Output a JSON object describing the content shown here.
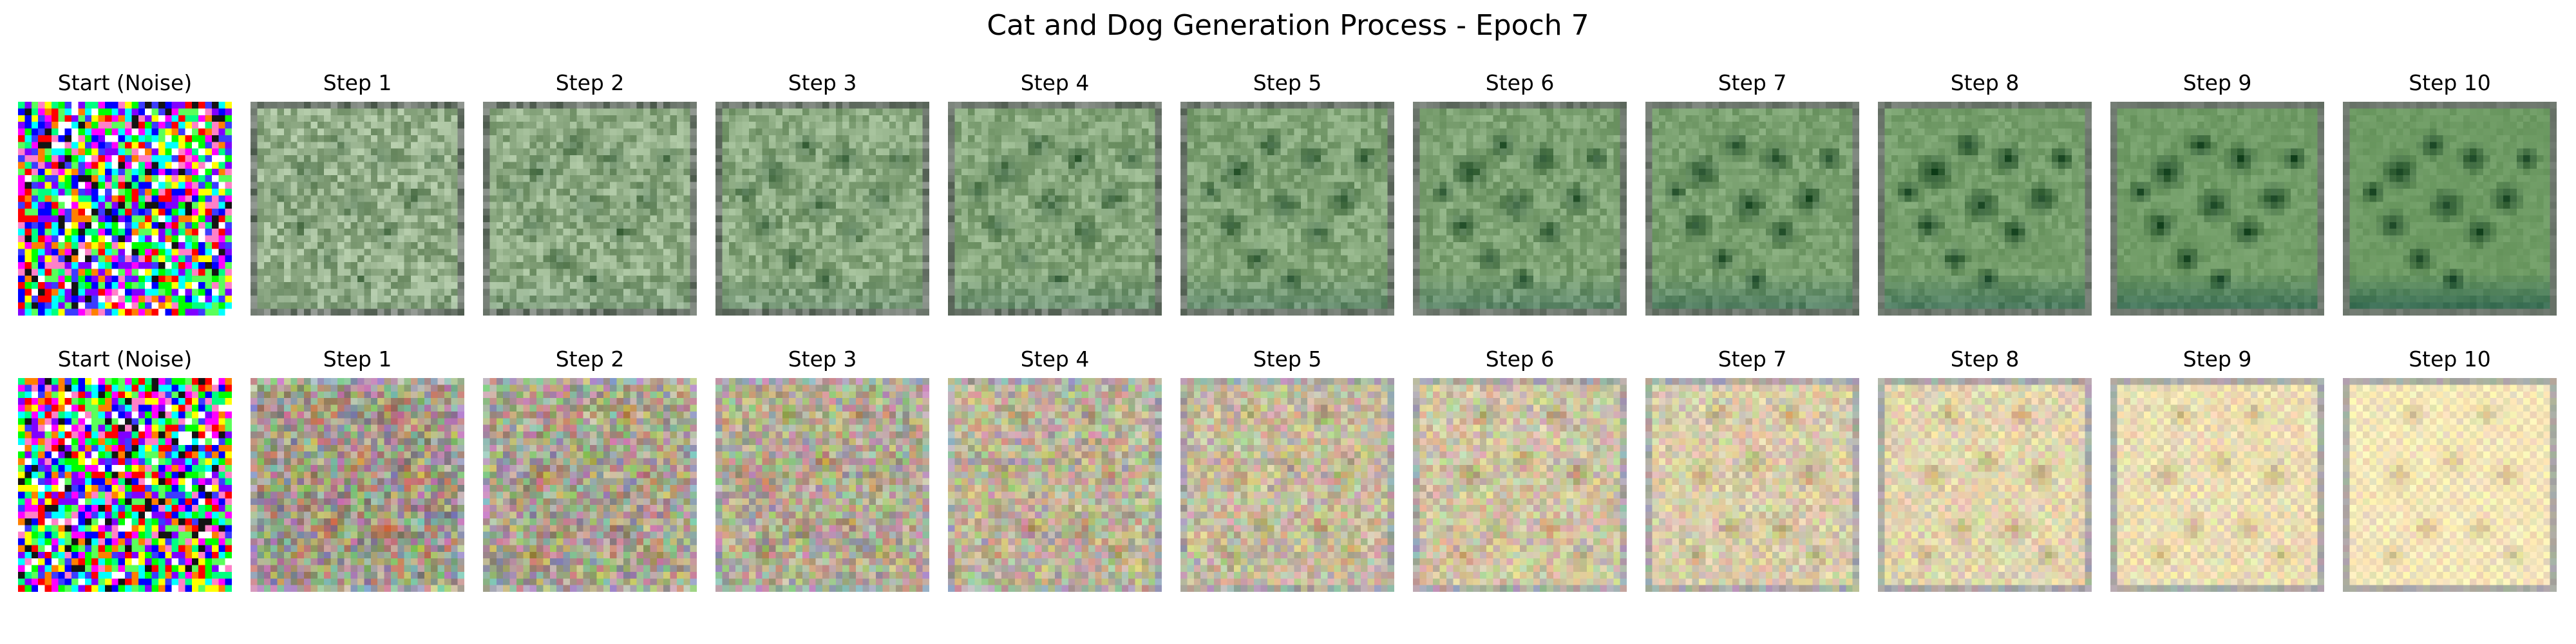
{
  "title": "Cat and Dog Generation Process - Epoch 7",
  "rows": [
    {
      "theme": "green",
      "panels": [
        {
          "label": "Start (Noise)"
        },
        {
          "label": "Step 1"
        },
        {
          "label": "Step 2"
        },
        {
          "label": "Step 3"
        },
        {
          "label": "Step 4"
        },
        {
          "label": "Step 5"
        },
        {
          "label": "Step 6"
        },
        {
          "label": "Step 7"
        },
        {
          "label": "Step 8"
        },
        {
          "label": "Step 9"
        },
        {
          "label": "Step 10"
        }
      ]
    },
    {
      "theme": "beige",
      "panels": [
        {
          "label": "Start (Noise)"
        },
        {
          "label": "Step 1"
        },
        {
          "label": "Step 2"
        },
        {
          "label": "Step 3"
        },
        {
          "label": "Step 4"
        },
        {
          "label": "Step 5"
        },
        {
          "label": "Step 6"
        },
        {
          "label": "Step 7"
        },
        {
          "label": "Step 8"
        },
        {
          "label": "Step 9"
        },
        {
          "label": "Step 10"
        }
      ]
    }
  ]
}
